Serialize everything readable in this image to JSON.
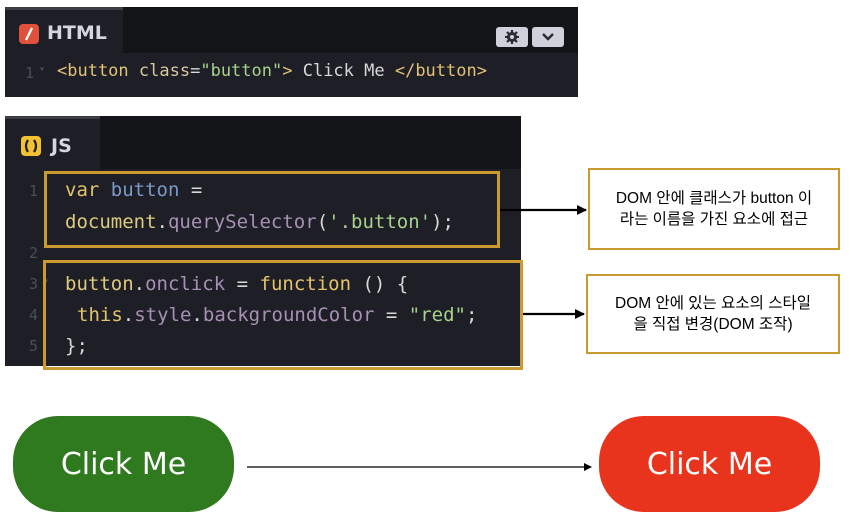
{
  "html_panel": {
    "tab_label": "HTML",
    "line_numbers": [
      "1"
    ],
    "code": {
      "open_tag": "<button",
      "attr_name": "class",
      "eq": "=",
      "attr_value": "\"button\"",
      "close_bracket": ">",
      "text": " Click Me ",
      "end_tag": "</button>"
    }
  },
  "js_panel": {
    "tab_label": "JS",
    "line_numbers": [
      "1",
      "2",
      "3",
      "4",
      "5"
    ],
    "line1": {
      "kw": "var",
      "var": "button",
      "op": "="
    },
    "line1b": {
      "obj": "document",
      "dot": ".",
      "method": "querySelector",
      "open": "(",
      "str": "'.button'",
      "close": ");"
    },
    "line3": {
      "obj": "button",
      "dot": ".",
      "prop": "onclick",
      "op": " = ",
      "kw": "function",
      "rest": " () {"
    },
    "line4": {
      "kw": "this",
      "dot1": ".",
      "prop1": "style",
      "dot2": ".",
      "prop2": "backgroundColor",
      "op": " = ",
      "str": "\"red\"",
      "end": ";"
    },
    "line5": {
      "text": "};"
    }
  },
  "annotations": {
    "note1": [
      "DOM 안에 클래스가 button 이",
      "라는 이름을 가진 요소에 접근"
    ],
    "note2": [
      "DOM 안에 있는 요소의 스타일",
      "을 직접 변경(DOM 조작)"
    ]
  },
  "buttons": {
    "before_label": "Click Me",
    "after_label": "Click Me",
    "before_color": "#2f7a1f",
    "after_color": "#e8341d"
  },
  "colors": {
    "highlight": "#c99a2e",
    "editor_bg": "#1e1f26"
  }
}
